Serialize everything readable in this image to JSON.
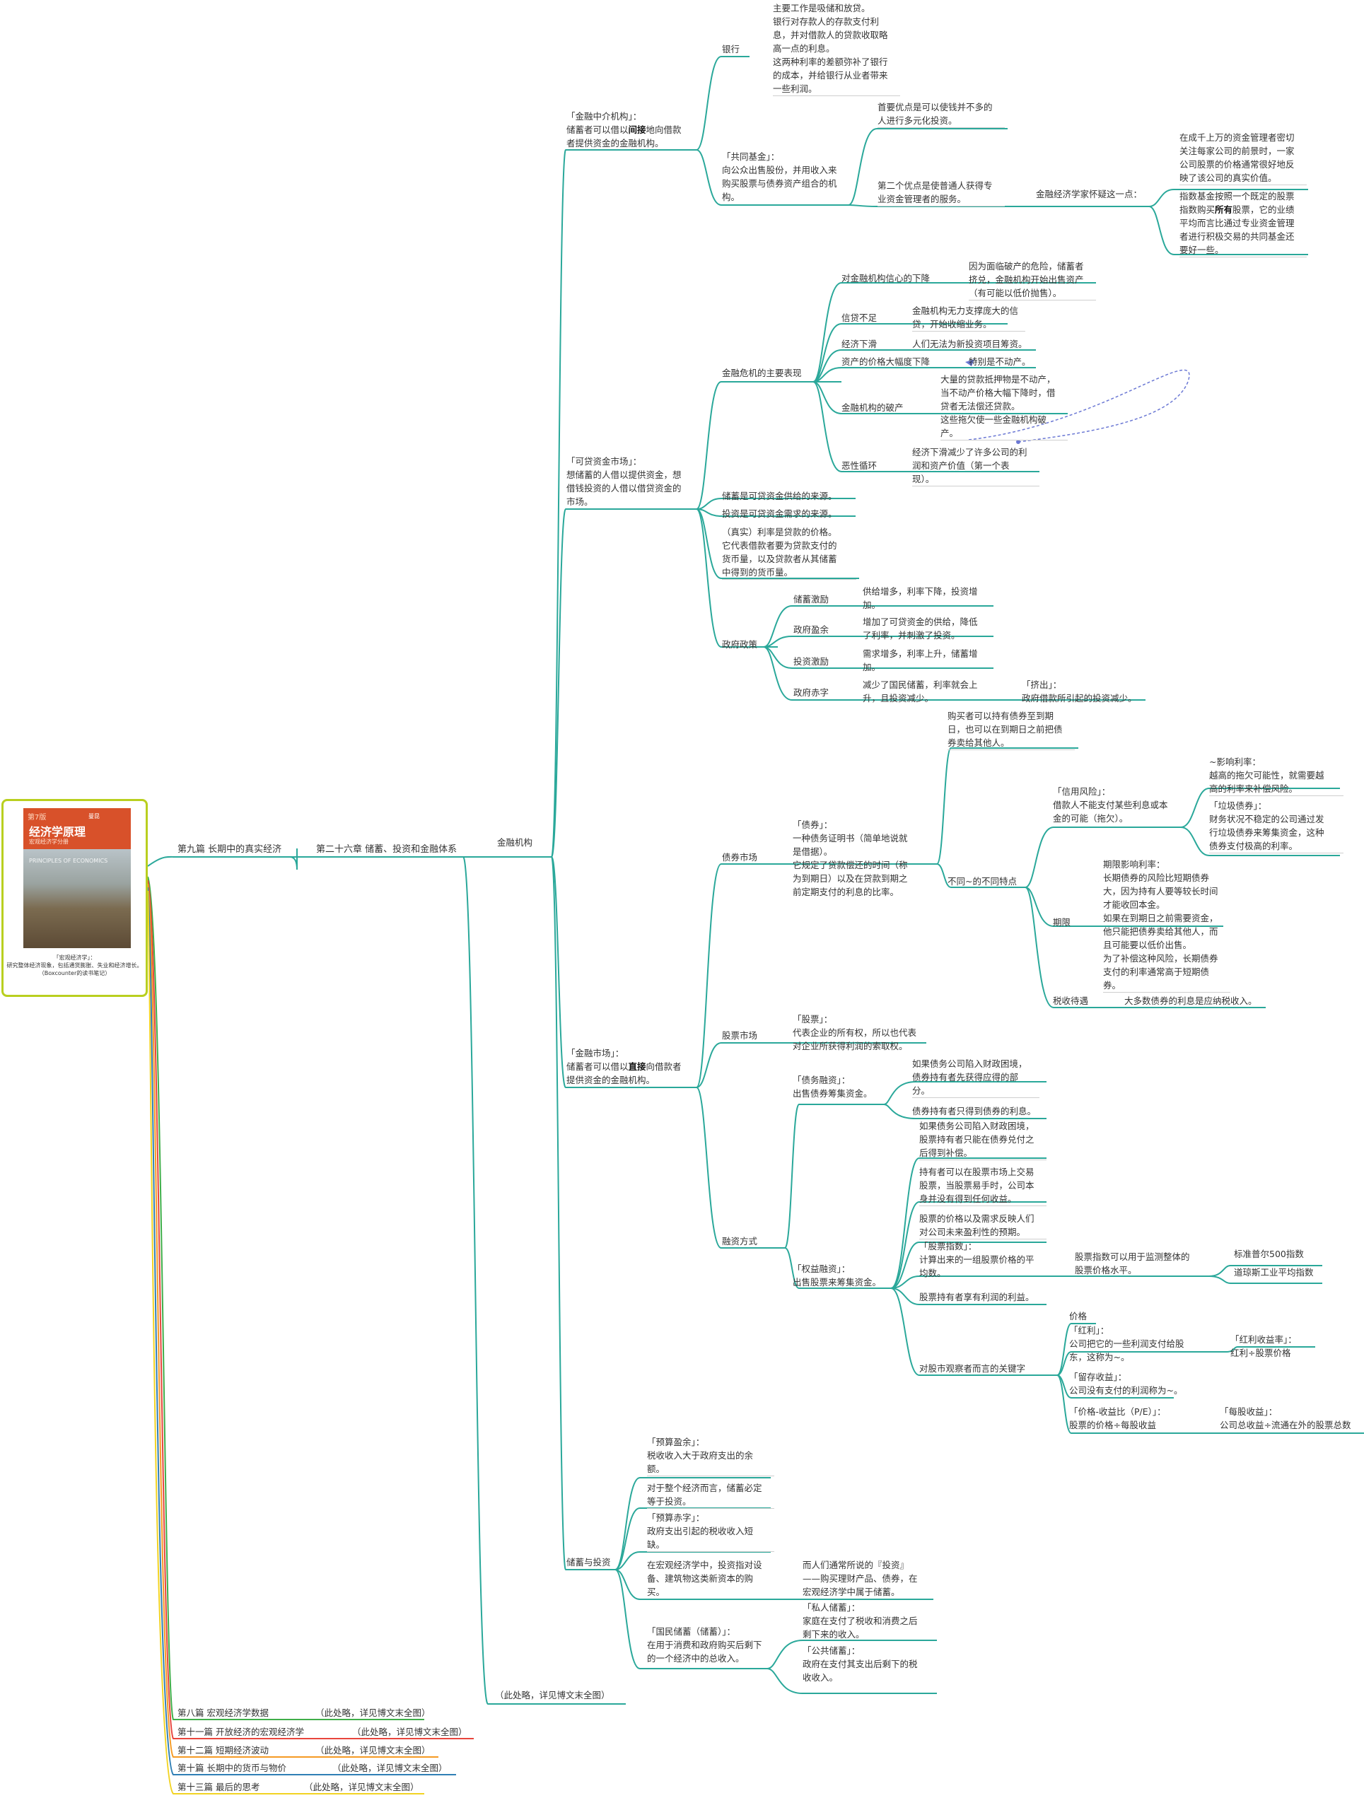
{
  "root": {
    "cover_badge": "第7版",
    "cover_title": "经济学原理",
    "cover_subtitle": "宏观经济学分册",
    "cover_author": "曼昆",
    "cover_english": "PRINCIPLES OF ECONOMICS",
    "caption": "「宏观经济学」：\n研究整体经济现象，包括通货膨胀、失业和经济增长。\n（Boxcounter的读书笔记）"
  },
  "part9": "第九篇 长期中的真实经济",
  "chapter26": "第二十六章 储蓄、投资和金融体系",
  "fin_inst": "金融机构",
  "omitted_sub": "（此处略，详见博文末全图）",
  "intermediary": {
    "head": "「金融中介机构」：",
    "l2a": "储蓄者可以借以",
    "l2b": "间接",
    "l2c": "地向借款",
    "l3": "者提供资金的金融机构。",
    "bank": "银行",
    "bank_desc": "主要工作是吸储和放贷。\n银行对存款人的存款支付利\n息，并对借款人的贷款收取略\n高一点的利息。\n这两种利率的差额弥补了银行\n的成本，并给银行从业者带来\n一些利润。",
    "fund": "「共同基金」：\n向公众出售股份，并用收入来\n购买股票与债券资产组合的机\n构。",
    "fund_adv1": "首要优点是可以使钱并不多的\n人进行多元化投资。",
    "fund_adv2": "第二个优点是使普通人获得专\n业资金管理者的服务。",
    "doubt": "金融经济学家怀疑这一点：",
    "doubt1": "在成千上万的资金管理者密切\n关注每家公司的前景时，一家\n公司股票的价格通常很好地反\n映了该公司的真实价值。",
    "doubt2a": "指数基金按照一个既定的股票\n指数购买",
    "doubt2b": "所有",
    "doubt2c": "股票，它的业绩\n平均而言比通过专业资金管理\n者进行积极交易的共同基金还\n要好一些。"
  },
  "loanable": {
    "head": "「可贷资金市场」：\n想储蓄的人借以提供资金，想\n借钱投资的人借以借贷资金的\n市场。",
    "crisis": "金融危机的主要表现",
    "c1": "对金融机构信心的下降",
    "c1d": "因为面临破产的危险，储蓄者\n挤兑，金融机构开始出售资产\n（有可能以低价抛售）。",
    "c2": "信贷不足",
    "c2d": "金融机构无力支撑庞大的信\n贷，开始收缩业务。",
    "c3": "经济下滑",
    "c3d": "人们无法为新投资项目筹资。",
    "c4": "资产的价格大幅度下降",
    "c4d": "特别是不动产。",
    "c5": "金融机构的破产",
    "c5d": "大量的贷款抵押物是不动产，\n当不动产价格大幅下降时，借\n贷者无法偿还贷款。\n这些拖欠使一些金融机构破\n产。",
    "c6": "恶性循环",
    "c6d": "经济下滑减少了许多公司的利\n润和资产价值（第一个表\n现）。",
    "supply": "储蓄是可贷资金供给的来源。",
    "demand": "投资是可贷资金需求的来源。",
    "rate": "（真实）利率是贷款的价格。\n它代表借款者要为贷款支付的\n货币量，以及贷款者从其储蓄\n中得到的货币量。",
    "policy": "政府政策",
    "p1": "储蓄激励",
    "p1d": "供给增多，利率下降，投资增\n加。",
    "p2": "政府盈余",
    "p2d": "增加了可贷资金的供给，降低\n了利率，并刺激了投资。",
    "p3": "投资激励",
    "p3d": "需求增多，利率上升，储蓄增\n加。",
    "p4": "政府赤字",
    "p4d": "减少了国民储蓄，利率就会上\n升，且投资减少。",
    "crowd": "「挤出」：\n政府借款所引起的投资减少。"
  },
  "markets": {
    "head_a": "「金融市场」：",
    "head_b1": "储蓄者可以借以",
    "head_b2": "直接",
    "head_b3": "向借款者",
    "head_c": "提供资金的金融机构。",
    "bond_market": "债券市场",
    "bond_def": "「债券」：\n一种债务证明书（简单地说就\n是借据）。\n它规定了贷款偿还的时间（称\n为到期日）以及在贷款到期之\n前定期支付的利息的比率。",
    "bond_sell": "购买者可以持有债券至到期\n日，也可以在到期日之前把债\n券卖给其他人。",
    "diff": "不同~的不同特点",
    "credit_risk": "「信用风险」：\n借款人不能支付某些利息或本\n金的可能（拖欠）。",
    "impact": "~影响利率：\n越高的拖欠可能性，就需要越\n高的利率来补偿风险。",
    "junk": "「垃圾债券」：\n财务状况不稳定的公司通过发\n行垃圾债券来筹集资金，这种\n债券支付极高的利率。",
    "term": "期限",
    "term_d": "期限影响利率：\n长期债券的风险比短期债券\n大，因为持有人要等较长时间\n才能收回本金。\n如果在到期日之前需要资金，\n他只能把债券卖给其他人，而\n且可能要以低价出售。\n为了补偿这种风险，长期债券\n支付的利率通常高于短期债\n券。",
    "tax": "税收待遇",
    "tax_d": "大多数债券的利息是应纳税收入。",
    "stock_market": "股票市场",
    "stock_def": "「股票」：\n代表企业的所有权，所以也代表\n对企业所获得利润的索取权。",
    "financing": "融资方式",
    "debt": "「债务融资」：\n出售债券筹集资金。",
    "debt1": "如果债务公司陷入财政困境，\n债券持有者先获得应得的部\n分。",
    "debt2": "债券持有者只得到债券的利息。",
    "equity": "「权益融资」：\n出售股票来筹集资金。",
    "eq1": "如果债务公司陷入财政困境，\n股票持有者只能在债券兑付之\n后得到补偿。",
    "eq2": "持有者可以在股票市场上交易\n股票，当股票易手时，公司本\n身并没有得到任何收益。",
    "eq3": "股票的价格以及需求反映人们\n对公司未来盈利性的预期。",
    "index": "「股票指数」：\n计算出来的一组股票价格的平\n均数。",
    "index_use": "股票指数可以用于监测整体的\n股票价格水平。",
    "sp500": "标准普尔500指数",
    "dow": "道琼斯工业平均指数",
    "eq4": "股票持有者享有利润的利益。",
    "keys": "对股市观察者而言的关键字",
    "price": "价格",
    "dividend": "「红利」：\n公司把它的一些利润支付给股\n东，这称为~。",
    "yield": "「红利收益率」：\n红利÷股票价格",
    "retained": "「留存收益」：\n公司没有支付的利润称为~。",
    "pe": "「价格-收益比（P/E）」：\n股票的价格÷每股收益",
    "eps": "「每股收益」：\n公司总收益÷流通在外的股票总数"
  },
  "saving": {
    "head": "储蓄与投资",
    "surplus": "「预算盈余」：\n税收收入大于政府支出的余\n额。",
    "equal": "对于整个经济而言，储蓄必定\n等于投资。",
    "deficit": "「预算赤字」：\n政府支出引起的税收收入短\n缺。",
    "invest": "在宏观经济学中，投资指对设\n备、建筑物这类新资本的购\n买。",
    "invest_note": "而人们通常所说的『投资』\n——购买理财产品、债券，在\n宏观经济学中属于储蓄。",
    "national": "「国民储蓄（储蓄）」：\n在用于消费和政府购买后剩下\n的一个经济中的总收入。",
    "private": "「私人储蓄」：\n家庭在支付了税收和消费之后\n剩下来的收入。",
    "public": "「公共储蓄」：\n政府在支付其支出后剩下的税\n收收入。"
  },
  "parts": [
    {
      "name": "第八篇 宏观经济学数据",
      "note": "（此处略，详见博文末全图）"
    },
    {
      "name": "第十一篇 开放经济的宏观经济学",
      "note": "（此处略，详见博文末全图）"
    },
    {
      "name": "第十二篇 短期经济波动",
      "note": "（此处略，详见博文末全图）"
    },
    {
      "name": "第十篇 长期中的货币与物价",
      "note": "（此处略，详见博文末全图）"
    },
    {
      "name": "第十三篇 最后的思考",
      "note": "（此处略，详见博文末全图）"
    }
  ],
  "colors": {
    "teal": "#2aa89a",
    "green": "#3fae49",
    "red": "#e8453c",
    "orange": "#f59a23",
    "blue": "#2f7fb5",
    "yellow": "#f2d322",
    "root_border": "#b9cf1f"
  }
}
